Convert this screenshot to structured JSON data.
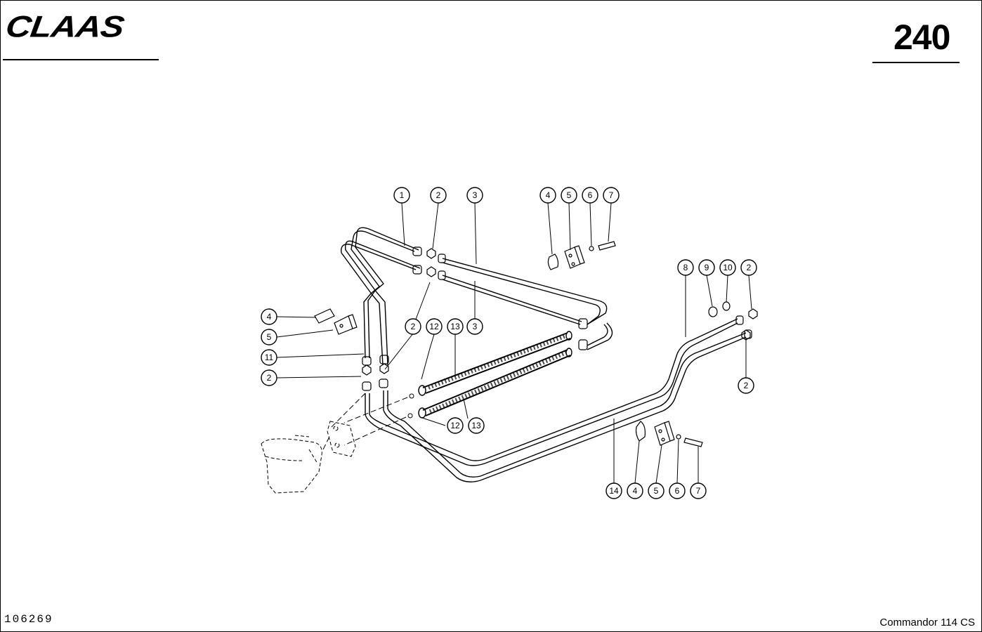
{
  "header": {
    "brand": "CLAAS",
    "page_number": "240"
  },
  "footer": {
    "drawing_id": "106269",
    "model": "Commandor 114 CS"
  },
  "callouts": {
    "top_left": [
      "1",
      "2",
      "3"
    ],
    "top_right": [
      "4",
      "5",
      "6",
      "7"
    ],
    "left": [
      "4",
      "5",
      "11",
      "2"
    ],
    "middle": [
      "2",
      "12",
      "13",
      "3"
    ],
    "right": [
      "8",
      "9",
      "10",
      "2"
    ],
    "right_lower": "2",
    "lower_middle": [
      "12",
      "13"
    ],
    "bottom": [
      "14",
      "4",
      "5",
      "6",
      "7"
    ]
  }
}
